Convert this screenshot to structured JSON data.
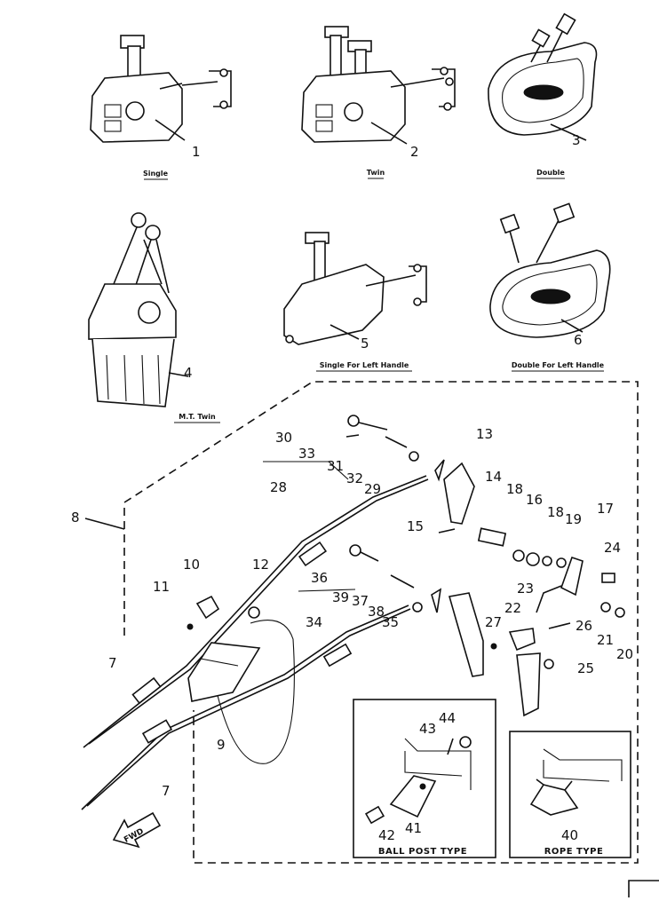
{
  "captions": {
    "single": "Single",
    "twin": "Twin",
    "double": "Double",
    "mt_twin": "M.T. Twin",
    "single_left": "Single For Left Handle",
    "double_left": "Double For Left Handle",
    "ball_post": "BALL POST TYPE",
    "rope": "ROPE TYPE",
    "fwd": "FWD"
  },
  "callouts": [
    "1",
    "2",
    "3",
    "4",
    "5",
    "6",
    "7",
    "7",
    "8",
    "9",
    "10",
    "11",
    "12",
    "13",
    "14",
    "15",
    "16",
    "17",
    "18",
    "18",
    "19",
    "20",
    "21",
    "22",
    "23",
    "24",
    "25",
    "26",
    "27",
    "28",
    "29",
    "30",
    "31",
    "32",
    "33",
    "34",
    "35",
    "36",
    "37",
    "38",
    "39",
    "40",
    "41",
    "42",
    "43",
    "44"
  ]
}
